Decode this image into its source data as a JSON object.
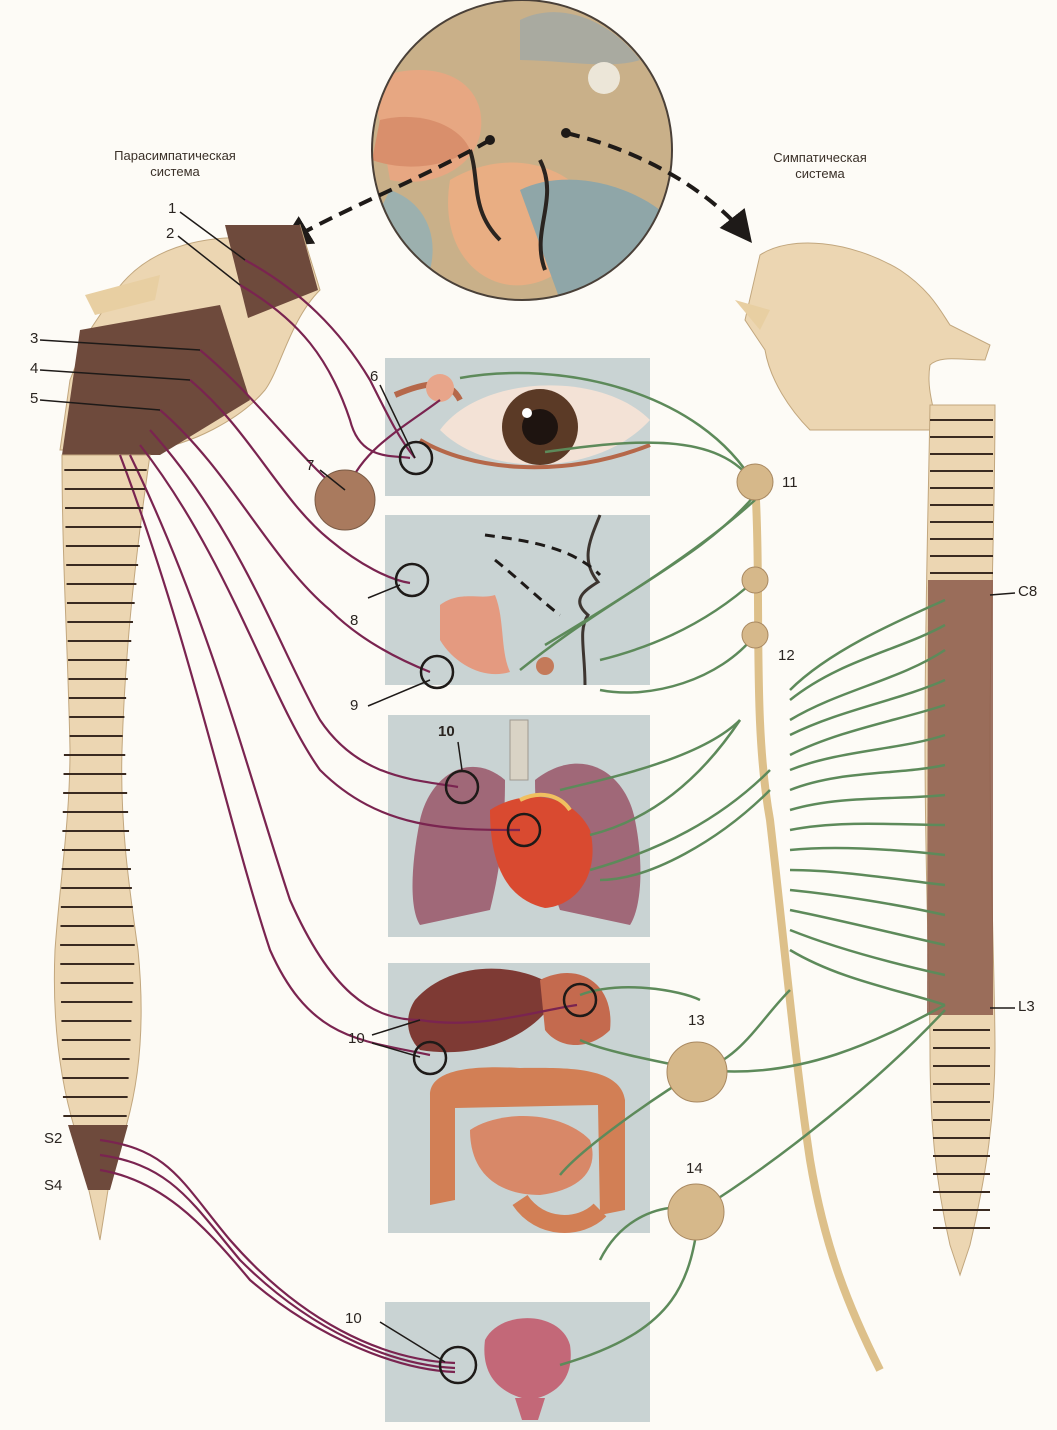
{
  "titles": {
    "parasympathetic": "Парасимпатическая\nсистема",
    "sympathetic": "Симпатическая\nсистема"
  },
  "labels": {
    "n1": "1",
    "n2": "2",
    "n3": "3",
    "n4": "4",
    "n5": "5",
    "n6": "6",
    "n7": "7",
    "n8": "8",
    "n9": "9",
    "n10_lungs": "10",
    "n10_intestine": "10",
    "n10_bladder": "10",
    "n11": "11",
    "n12": "12",
    "n13": "13",
    "n14": "14",
    "c8": "C8",
    "l3": "L3",
    "s2": "S2",
    "s4": "S4"
  },
  "organ_panels": [
    {
      "name": "eye"
    },
    {
      "name": "face-salivary-glands"
    },
    {
      "name": "lungs-heart"
    },
    {
      "name": "abdominal-organs"
    },
    {
      "name": "bladder"
    }
  ],
  "colors": {
    "parasympathetic_nerve": "#7a2450",
    "sympathetic_nerve": "#5d8a5a",
    "spinal_cord": "#ecd6b2",
    "segment_dark": "#6e4a3c",
    "ganglion": "#c9a57a",
    "panel_bg": "#c9d3d3"
  }
}
